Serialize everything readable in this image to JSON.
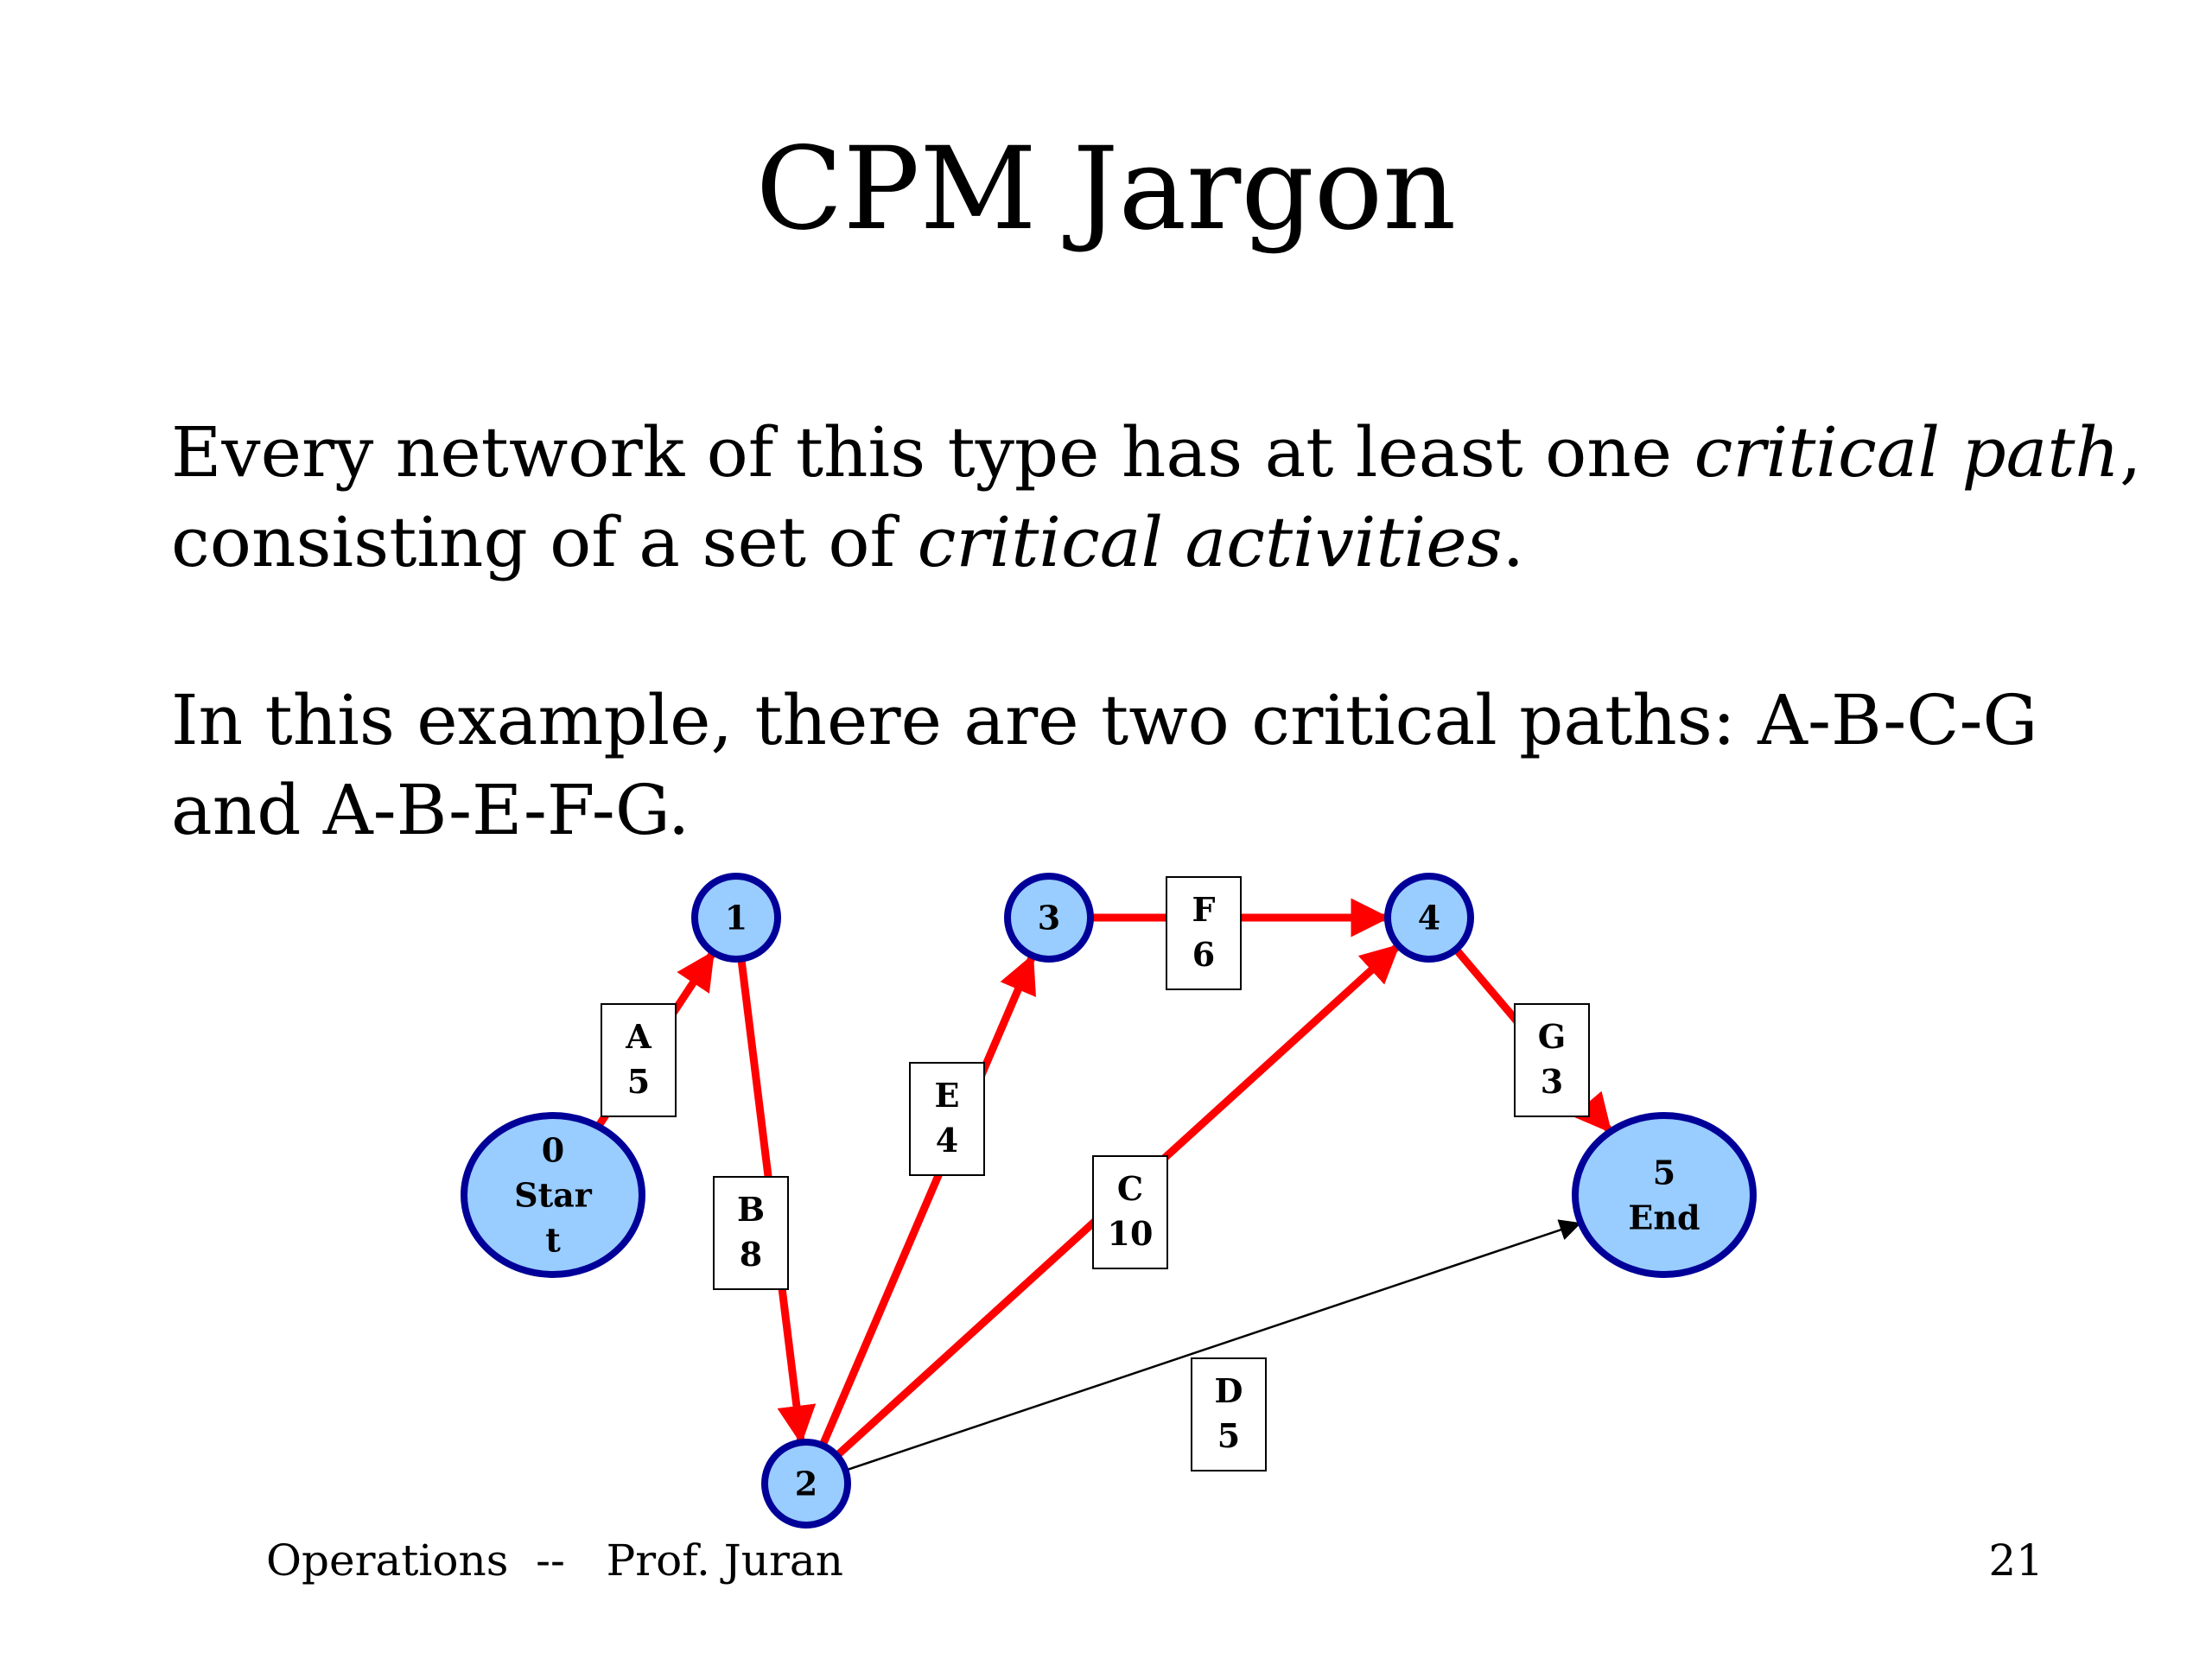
{
  "slide": {
    "title": "CPM Jargon",
    "paragraph1": {
      "part1": "Every network of this type has at least one ",
      "part2_italic": "critical path",
      "part3": ", consisting of a set of ",
      "part4_italic": "critical activities",
      "part5": "."
    },
    "paragraph2": "In this example, there are two critical paths: A-B-C-G and A-B-E-F-G.",
    "footer": {
      "left": "Operations  --   Prof. Juran",
      "page_number": "21"
    }
  },
  "diagram": {
    "colors": {
      "node_fill": "#99ccff",
      "node_stroke": "#000099",
      "critical_edge": "#ff0000",
      "normal_edge": "#000000",
      "label_box_fill": "#ffffff",
      "label_box_stroke": "#000000"
    },
    "nodes": [
      {
        "id": "n0",
        "number": "0",
        "label_lines": [
          "0",
          "Star",
          "t"
        ]
      },
      {
        "id": "n1",
        "number": "1",
        "label_lines": [
          "1"
        ]
      },
      {
        "id": "n2",
        "number": "2",
        "label_lines": [
          "2"
        ]
      },
      {
        "id": "n3",
        "number": "3",
        "label_lines": [
          "3"
        ]
      },
      {
        "id": "n4",
        "number": "4",
        "label_lines": [
          "4"
        ]
      },
      {
        "id": "n5",
        "number": "5",
        "label_lines": [
          "5",
          "End"
        ]
      }
    ],
    "activities": [
      {
        "name": "A",
        "duration": "5",
        "from": "n0",
        "to": "n1",
        "critical": true
      },
      {
        "name": "B",
        "duration": "8",
        "from": "n1",
        "to": "n2",
        "critical": true
      },
      {
        "name": "E",
        "duration": "4",
        "from": "n2",
        "to": "n3",
        "critical": true
      },
      {
        "name": "F",
        "duration": "6",
        "from": "n3",
        "to": "n4",
        "critical": true
      },
      {
        "name": "C",
        "duration": "10",
        "from": "n2",
        "to": "n4",
        "critical": true
      },
      {
        "name": "G",
        "duration": "3",
        "from": "n4",
        "to": "n5",
        "critical": true
      },
      {
        "name": "D",
        "duration": "5",
        "from": "n2",
        "to": "n5",
        "critical": false
      }
    ]
  }
}
